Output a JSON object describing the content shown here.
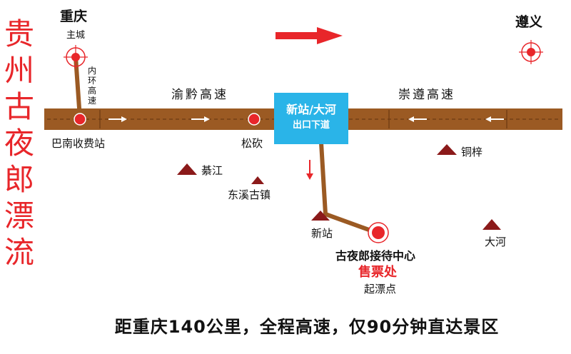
{
  "title": "贵州古夜郎漂流",
  "cities": {
    "chongqing": "重庆",
    "chongqing_sub": "主城",
    "zunyi": "遵义"
  },
  "ring_road": "内环高速",
  "highways": {
    "west": "渝黔高速",
    "east": "崇遵高速"
  },
  "exit": {
    "line1": "新站/大河",
    "line2": "出口下道"
  },
  "places": {
    "banan": "巴南收费站",
    "songkan": "松砍",
    "qijiang": "綦江",
    "dongxi": "东溪古镇",
    "xinzhan": "新站",
    "tongzi": "铜梓",
    "dahe": "大河"
  },
  "destination": {
    "name": "古夜郎接待中心",
    "ticket": "售票处",
    "start": "起漂点"
  },
  "footer": "距重庆140公里，全程高速，仅90分钟直达景区",
  "colors": {
    "road": "#9b5a23",
    "accent_red": "#e8262a",
    "exit_box": "#2ab4e8",
    "mountain": "#8b1a1a"
  }
}
